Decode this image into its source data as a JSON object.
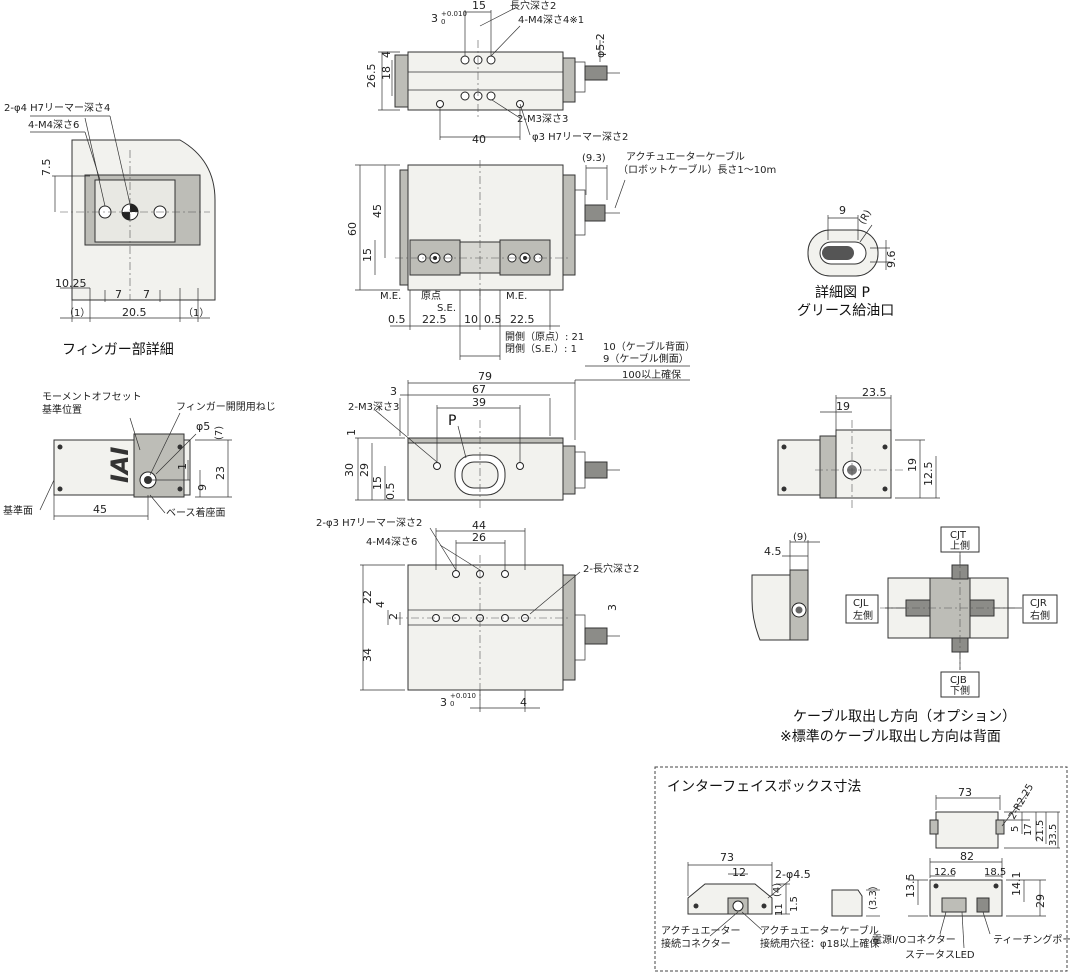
{
  "top_view": {
    "d15": "15",
    "d3": "3",
    "tol": "+0.010",
    "tol0": "0",
    "slot": "長穴深さ2",
    "m4": "4-M4深さ4※1",
    "d265": "26.5",
    "d18": "18",
    "d4": "4",
    "phi52": "φ5.2",
    "m3": "2-M3深さ3",
    "ream": "φ3 H7リーマー深さ2",
    "d40": "40"
  },
  "front_view": {
    "d93": "(9.3)",
    "cable1": "アクチュエーターケーブル",
    "cable2": "（ロボットケーブル）長さ1～10m",
    "d60": "60",
    "d45": "45",
    "d15": "15",
    "me": "M.E.",
    "origin": "原点",
    "se": "S.E.",
    "me2": "M.E.",
    "d05a": "0.5",
    "d225a": "22.5",
    "d10": "10",
    "d05b": "0.5",
    "d225b": "22.5",
    "open": "開側（原点）: 21",
    "close": "閉側（S.E.）: 1"
  },
  "finger_detail": {
    "ream": "2-φ4 H7リーマー深さ4",
    "m4": "4-M4深さ6",
    "d75": "7.5",
    "d1025": "10.25",
    "d7a": "7",
    "d7b": "7",
    "d1a": "（1）",
    "d205": "20.5",
    "d1b": "（1）",
    "caption": "フィンガー部詳細"
  },
  "detail_p": {
    "d9": "9",
    "r": "(R)",
    "d96": "9.6",
    "cap1": "詳細図 P",
    "cap2": "グリース給油口"
  },
  "side_left": {
    "moment1": "モーメントオフセット",
    "moment2": "基準位置",
    "screw": "フィンガー開閉用ねじ",
    "phi5": "φ5",
    "d7": "(7)",
    "d1": "1",
    "d9": "9",
    "d23": "23",
    "d45": "45",
    "ref": "基準面",
    "base": "ベース着座面",
    "logo": "IAI"
  },
  "side_view": {
    "d10": "10（ケーブル背面）",
    "d9": "9（ケーブル側面）",
    "d100": "100以上確保",
    "d79": "79",
    "d3": "3",
    "d67": "67",
    "m3": "2-M3深さ3",
    "d39": "39",
    "p": "P",
    "d1": "1",
    "d30": "30",
    "d29": "29",
    "d15": "15",
    "d05": "0.5"
  },
  "bottom_view": {
    "ream": "2-φ3 H7リーマー深さ2",
    "m4": "4-M4深さ6",
    "d44": "44",
    "d26": "26",
    "slot": "2-長穴深さ2",
    "d22": "22",
    "d4a": "4",
    "d2": "2",
    "d34": "34",
    "d3": "3",
    "tol": "+0.010",
    "tol0": "0",
    "d4b": "4"
  },
  "end_view": {
    "d235": "23.5",
    "d19a": "19",
    "d19b": "19",
    "d125": "12.5"
  },
  "cable_dir": {
    "d45": "4.5",
    "d9": "(9)",
    "cjt1": "CJT",
    "cjt2": "上側",
    "cjl1": "CJL",
    "cjl2": "左側",
    "cjr1": "CJR",
    "cjr2": "右側",
    "cjb1": "CJB",
    "cjb2": "下側",
    "cap1": "ケーブル取出し方向（オプション）",
    "cap2": "※標準のケーブル取出し方向は背面"
  },
  "interface_box": {
    "title": "インターフェイスボックス寸法",
    "d73a": "73",
    "d12": "12",
    "phi45": "2-φ4.5",
    "d4": "(4)",
    "d11": "11",
    "d15": "1.5",
    "d33": "(3.3)",
    "conn1": "アクチュエーター",
    "conn2": "接続コネクター",
    "cab1": "アクチュエーターケーブル",
    "cab2": "接続用穴径：φ18以上確保",
    "d73b": "73",
    "r225": "2-R2.25",
    "d5": "5",
    "d17": "17",
    "d215": "21.5",
    "d335": "33.5",
    "d82": "82",
    "d126": "12.6",
    "d185": "18.5",
    "d135": "13.5",
    "d141": "14.1",
    "d29": "29",
    "power": "電源I/Oコネクター",
    "led": "ステータスLED",
    "teach": "ティーチングポート"
  }
}
